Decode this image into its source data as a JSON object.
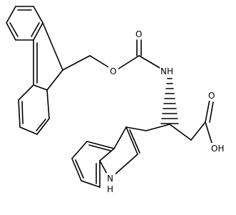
{
  "atom_labels": {
    "ester_oxygen": "O",
    "carbonyl_oxygen": "O",
    "carbamate_nitrogen": "NH",
    "acid_carbonyl_oxygen": "O",
    "acid_hydroxyl": "OH",
    "indole_nitrogen": "N",
    "indole_hydrogen": "H"
  },
  "colors": {
    "bond": "#000000",
    "label": "#000000",
    "background": "#ffffff"
  }
}
